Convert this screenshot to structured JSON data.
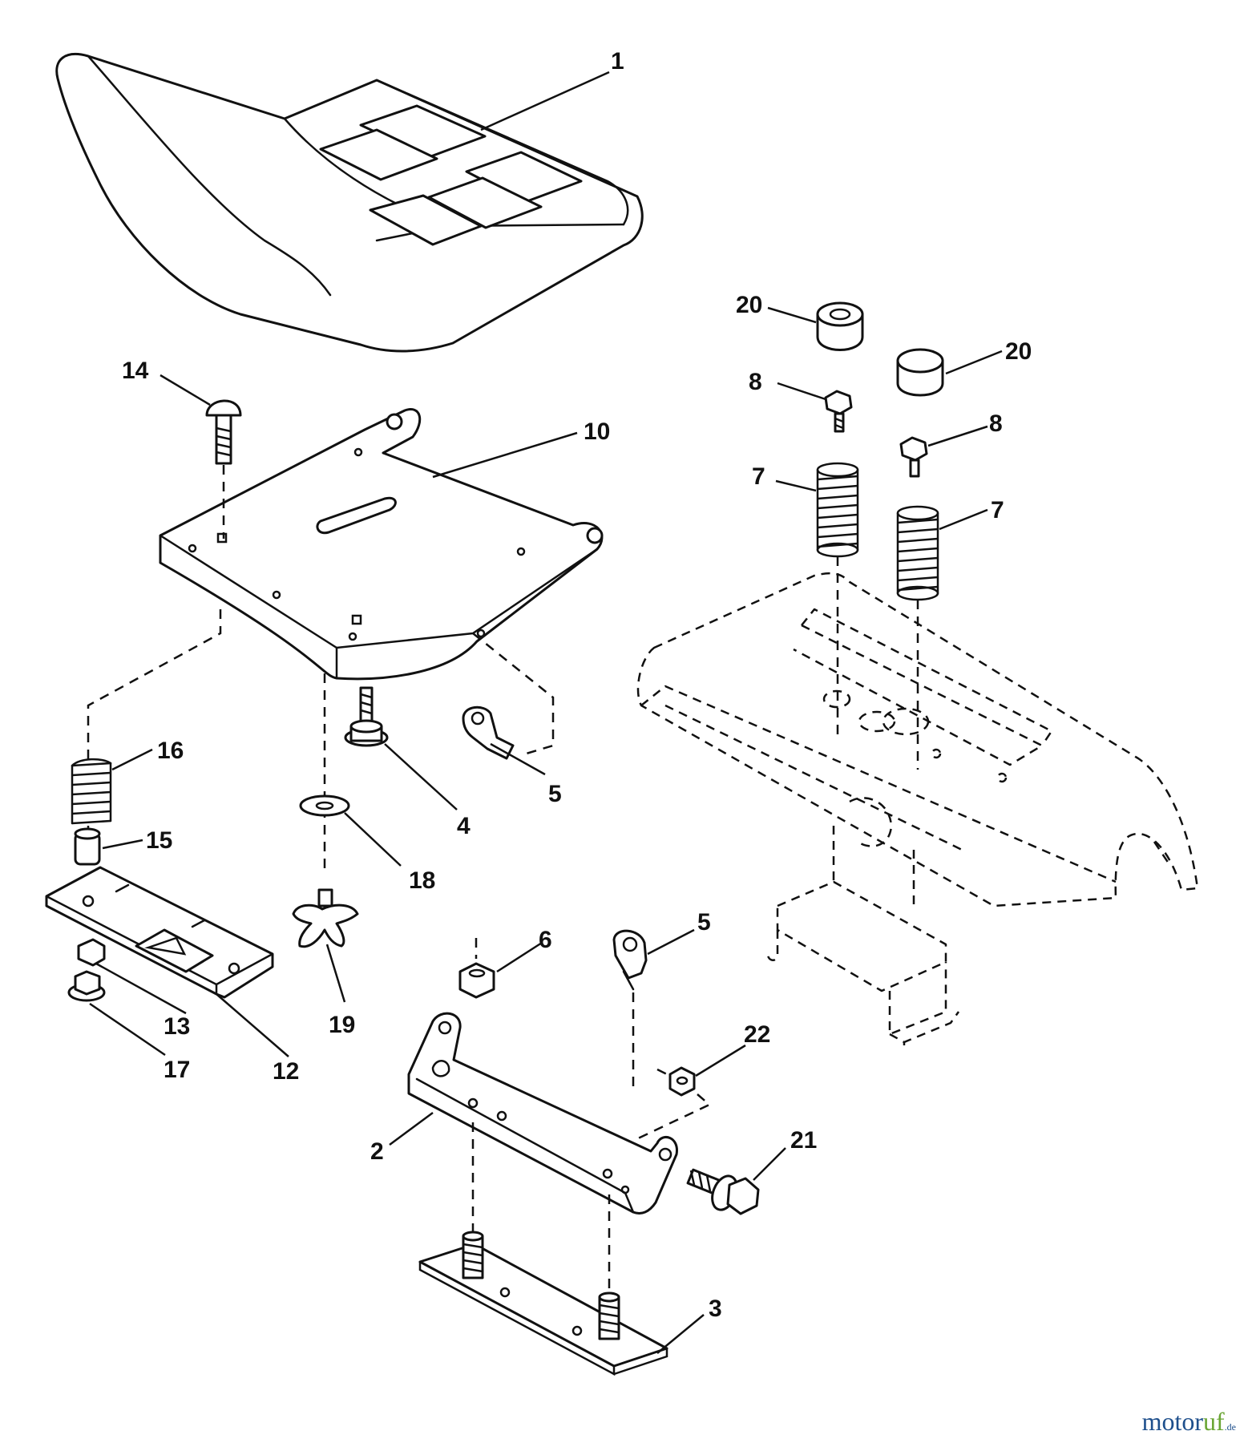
{
  "callouts": {
    "c1": "1",
    "c2": "2",
    "c3": "3",
    "c4": "4",
    "c5a": "5",
    "c5b": "5",
    "c6": "6",
    "c7a": "7",
    "c7b": "7",
    "c8a": "8",
    "c8b": "8",
    "c10": "10",
    "c12": "12",
    "c13": "13",
    "c14": "14",
    "c15": "15",
    "c16": "16",
    "c17": "17",
    "c18": "18",
    "c19": "19",
    "c20a": "20",
    "c20b": "20",
    "c21": "21",
    "c22": "22"
  },
  "watermark": {
    "main": "motor",
    "accent": "uf",
    "tld": ".de"
  },
  "colors": {
    "line": "#111111",
    "watermark_main": "#1e4f8c",
    "watermark_accent": "#6aa534"
  }
}
